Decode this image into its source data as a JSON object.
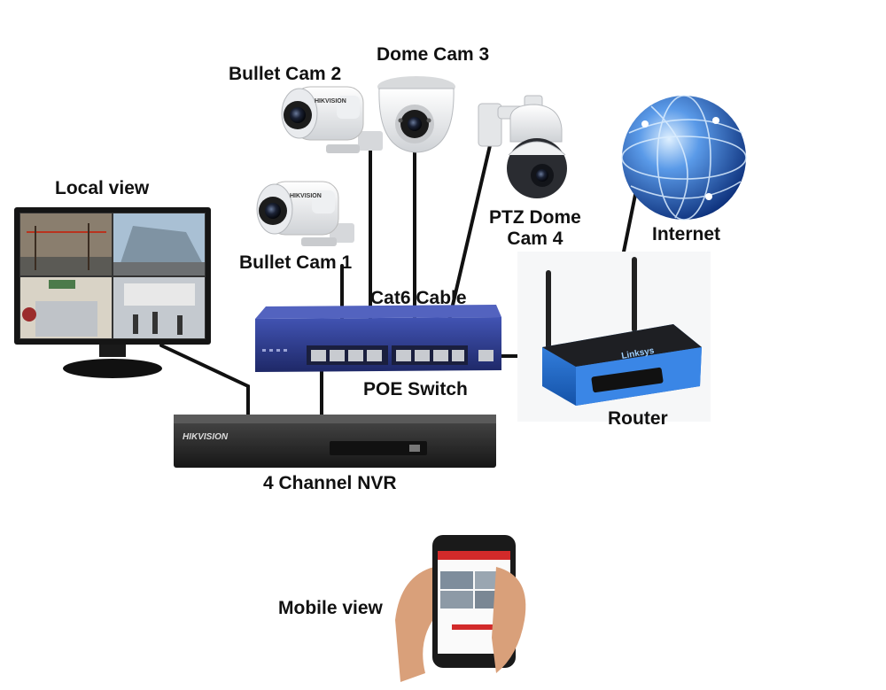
{
  "labels": {
    "local_view": "Local view",
    "bullet_cam_2": "Bullet Cam 2",
    "dome_cam_3": "Dome Cam 3",
    "ptz_dome_cam_4_line1": "PTZ Dome",
    "ptz_dome_cam_4_line2": "Cam 4",
    "internet": "Internet",
    "bullet_cam_1": "Bullet Cam 1",
    "cat6_cable": "Cat6 Cable",
    "poe_switch": "POE Switch",
    "router": "Router",
    "nvr": "4 Channel NVR",
    "mobile_view": "Mobile view"
  },
  "device_text": {
    "nvr_brand": "HIKVISION",
    "bullet_brand": "HIKVISION",
    "router_brand": "Linksys"
  },
  "colors": {
    "cable": "#111111",
    "switch_body": "#2d3a8c",
    "router_body": "#1f6fd0",
    "nvr_body": "#2a2a2a",
    "globe": "#2a66c8"
  }
}
